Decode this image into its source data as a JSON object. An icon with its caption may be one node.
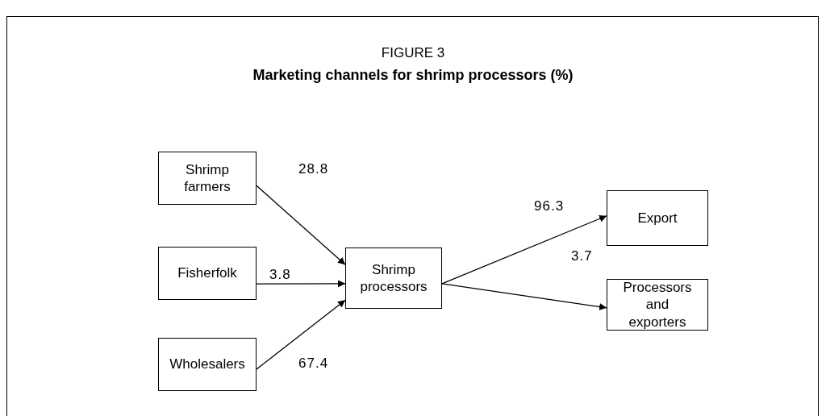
{
  "diagram": {
    "title": "Marketing channels for shrimp processors (%)",
    "nodes": [
      {
        "text": [
          "Shrimp farmers"
        ]
      },
      {
        "text": [
          "Fisherfolk"
        ]
      },
      {
        "text": [
          "Wholesalers"
        ]
      },
      {
        "text": [
          "Shrimp processors"
        ]
      },
      {
        "text": [
          "Export"
        ]
      },
      {
        "text": [
          "Processors and exporters"
        ]
      }
    ],
    "edges": [
      {
        "from": 0,
        "to": 3,
        "arrow": "to",
        "label": "28.8"
      },
      {
        "from": 1,
        "to": 3,
        "arrow": "to",
        "label": "3.8"
      },
      {
        "from": 2,
        "to": 3,
        "arrow": "to",
        "label": "67.4"
      },
      {
        "from": 3,
        "to": 4,
        "arrow": "to",
        "label": "96.3"
      },
      {
        "from": 3,
        "to": 5,
        "arrow": "to",
        "label": "3.7"
      }
    ],
    "labels": [
      "FIGURE 3"
    ]
  }
}
